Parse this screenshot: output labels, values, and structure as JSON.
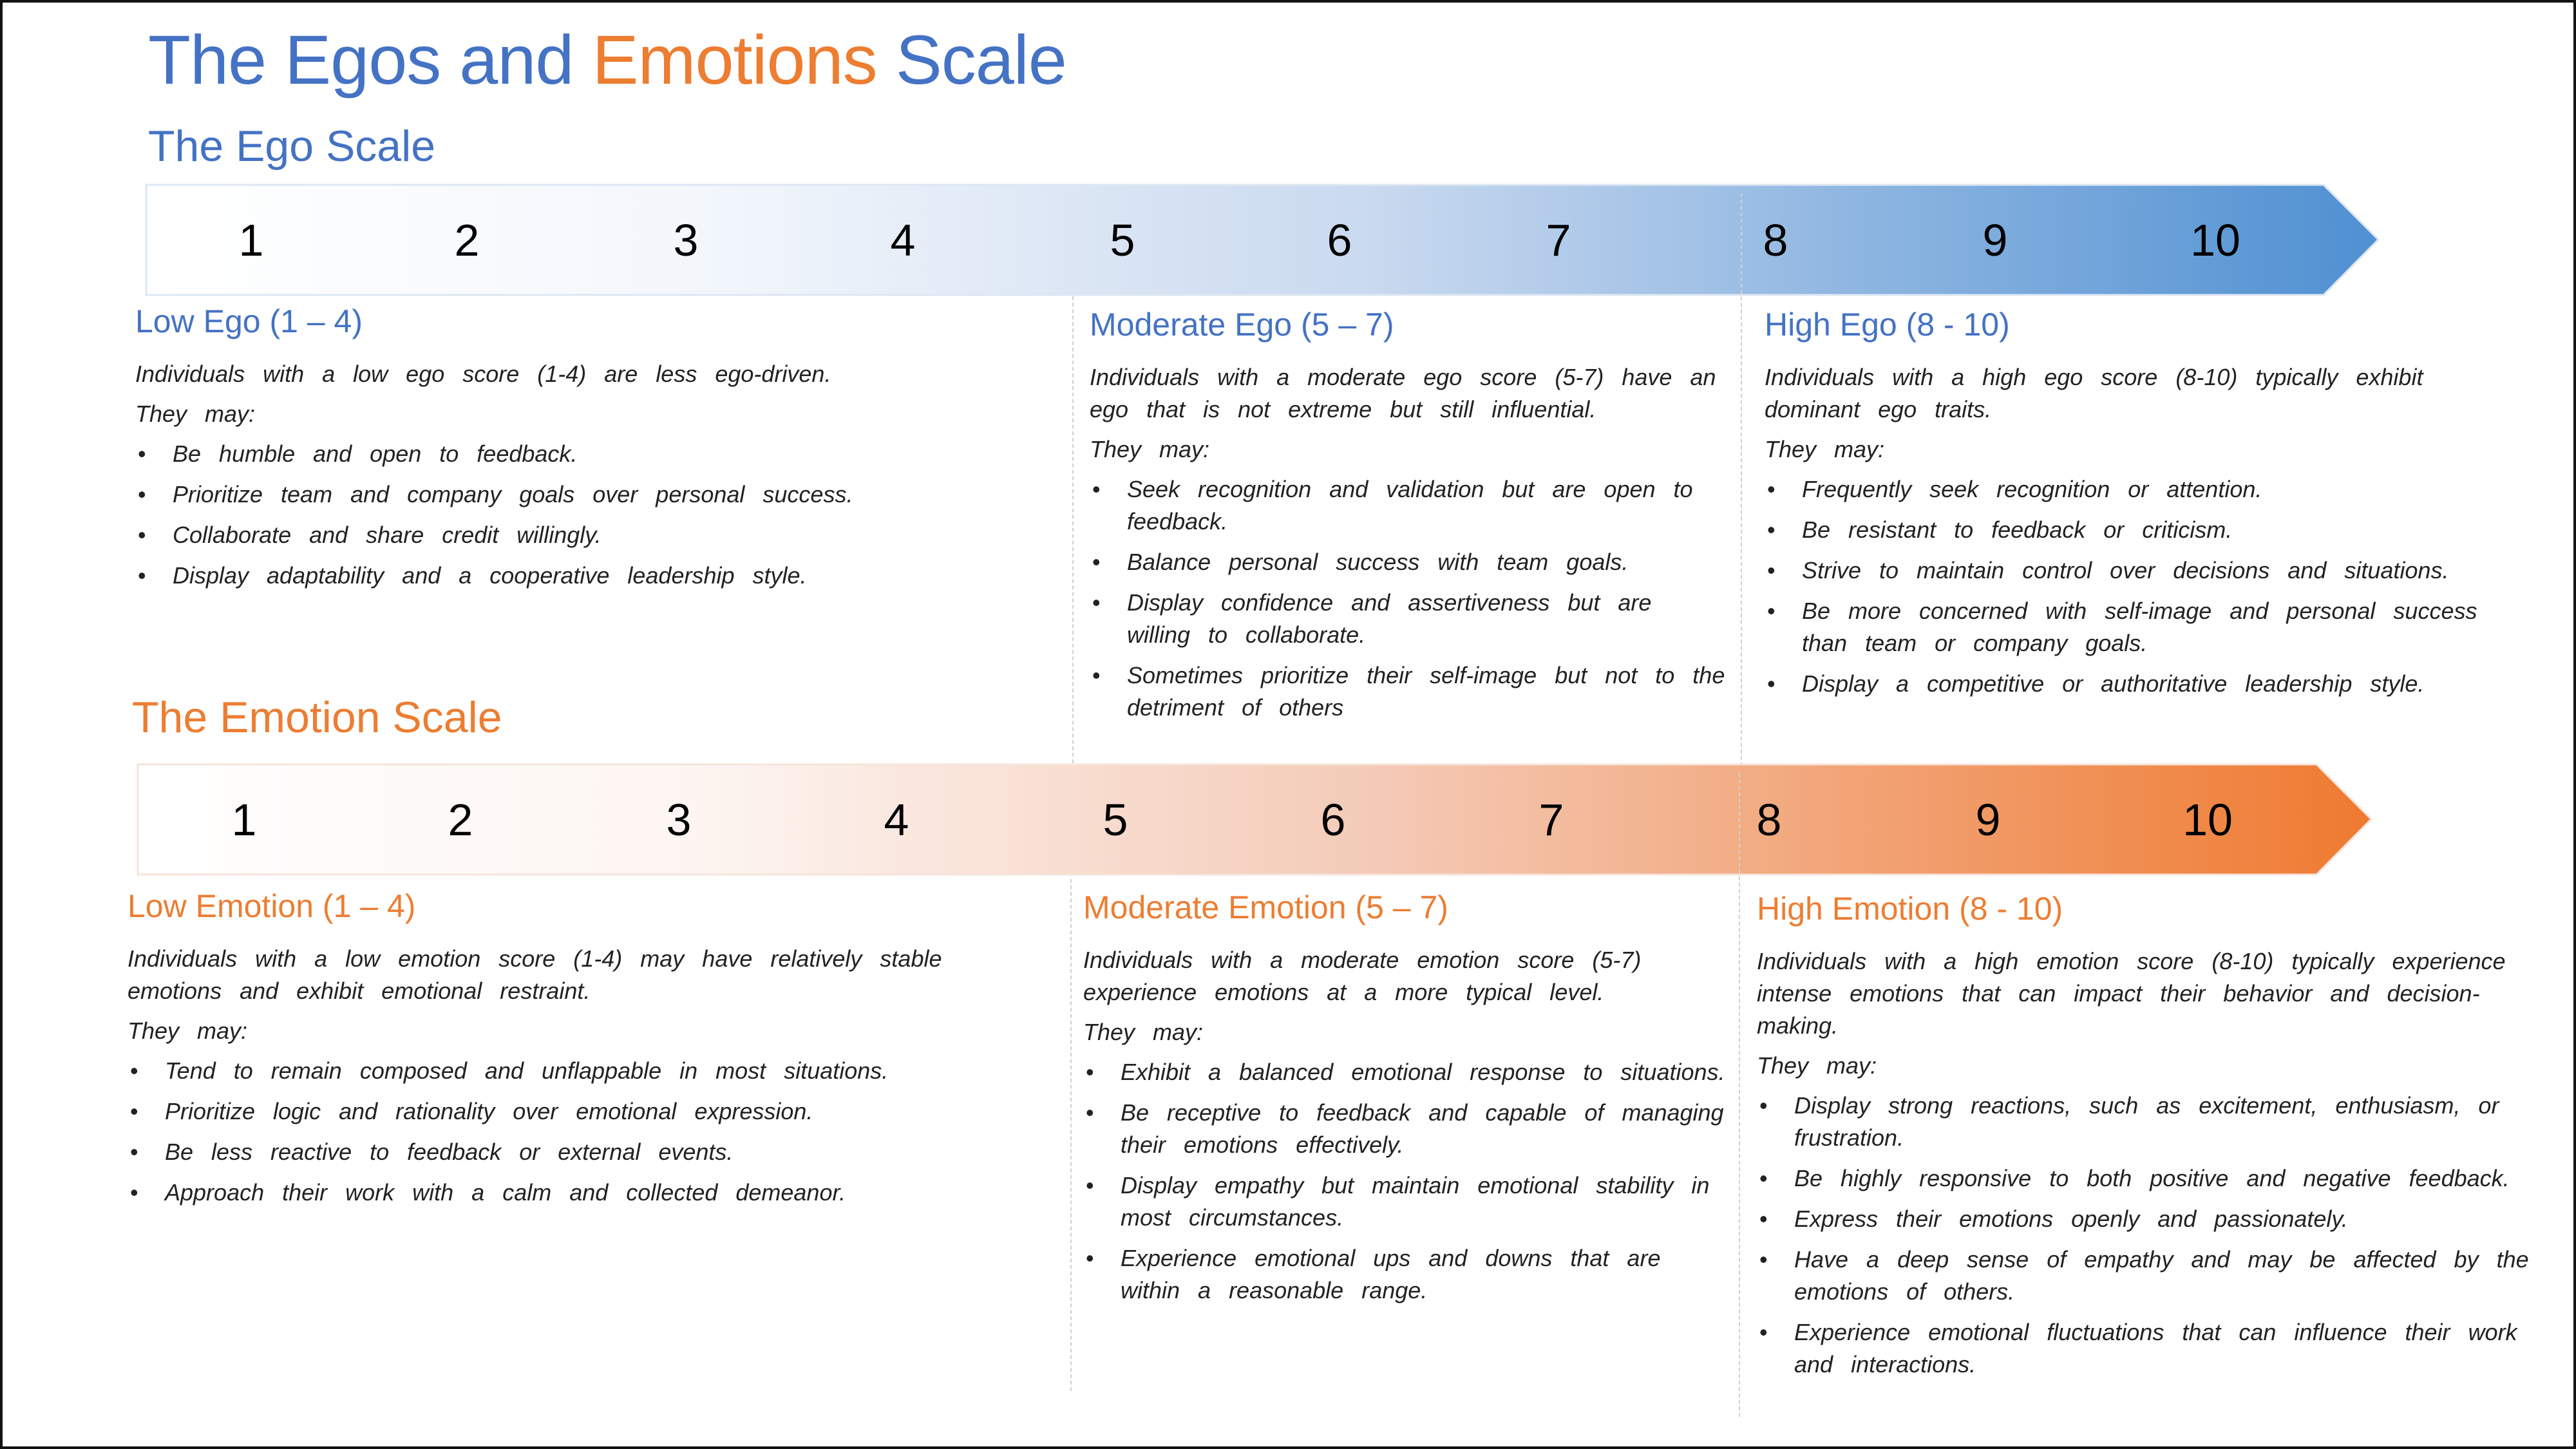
{
  "title": {
    "part1": "The Egos and",
    "part2": "Emotions",
    "part3": "Scale"
  },
  "colors": {
    "ego_accent": "#4472c4",
    "emotion_accent": "#ed7d31"
  },
  "ego": {
    "scale_title": "The Ego Scale",
    "numbers": [
      "1",
      "2",
      "3",
      "4",
      "5",
      "6",
      "7",
      "8",
      "9",
      "10"
    ],
    "columns": [
      {
        "heading": "Low Ego (1 – 4)",
        "description": "Individuals with a low ego score (1-4) are less ego-driven.",
        "they_may": "They may:",
        "bullets": [
          "Be humble and open to feedback.",
          "Prioritize team and company goals over personal success.",
          "Collaborate and share credit willingly.",
          "Display adaptability and a cooperative leadership style."
        ]
      },
      {
        "heading": "Moderate Ego (5 – 7)",
        "description": "Individuals with a moderate ego score (5-7) have an ego that is not extreme but still influential.",
        "they_may": "They may:",
        "bullets": [
          "Seek recognition and validation but are open to feedback.",
          "Balance personal success with team goals.",
          "Display confidence and assertiveness but are willing to collaborate.",
          "Sometimes prioritize their self-image but not to the detriment of others"
        ]
      },
      {
        "heading": "High Ego (8 - 10)",
        "description": "Individuals with a high ego score (8-10) typically exhibit dominant ego traits.",
        "they_may": "They may:",
        "bullets": [
          "Frequently seek recognition or attention.",
          "Be resistant to feedback or criticism.",
          "Strive to maintain control over decisions and situations.",
          "Be more concerned with self-image and personal success than team or company goals.",
          "Display a competitive or authoritative leadership style."
        ]
      }
    ]
  },
  "emotion": {
    "scale_title": "The Emotion Scale",
    "numbers": [
      "1",
      "2",
      "3",
      "4",
      "5",
      "6",
      "7",
      "8",
      "9",
      "10"
    ],
    "columns": [
      {
        "heading": "Low Emotion (1 – 4)",
        "description": "Individuals with a low emotion score (1-4) may have relatively stable emotions and exhibit emotional restraint.",
        "they_may": "They may:",
        "bullets": [
          "Tend to remain composed and unflappable in most situations.",
          "Prioritize logic and rationality over emotional expression.",
          "Be less reactive to feedback or external events.",
          "Approach their work with a calm and collected demeanor."
        ]
      },
      {
        "heading": "Moderate Emotion (5 – 7)",
        "description": "Individuals with a moderate emotion score (5-7) experience emotions at a more typical level.",
        "they_may": "They may:",
        "bullets": [
          "Exhibit a balanced emotional response to situations.",
          "Be receptive to feedback and capable of managing their emotions effectively.",
          "Display empathy but maintain emotional stability in most circumstances.",
          "Experience emotional ups and downs that are within a reasonable range."
        ]
      },
      {
        "heading": "High Emotion (8 - 10)",
        "description": "Individuals with a high emotion score (8-10) typically experience intense emotions that can impact their behavior and decision-making.",
        "they_may": "They may:",
        "bullets": [
          "Display strong reactions, such as excitement, enthusiasm, or frustration.",
          "Be highly responsive to both positive and negative feedback.",
          "Express their emotions openly and passionately.",
          "Have a deep sense of empathy and may be affected by the emotions of others.",
          "Experience emotional fluctuations that can influence their work and interactions."
        ]
      }
    ]
  }
}
